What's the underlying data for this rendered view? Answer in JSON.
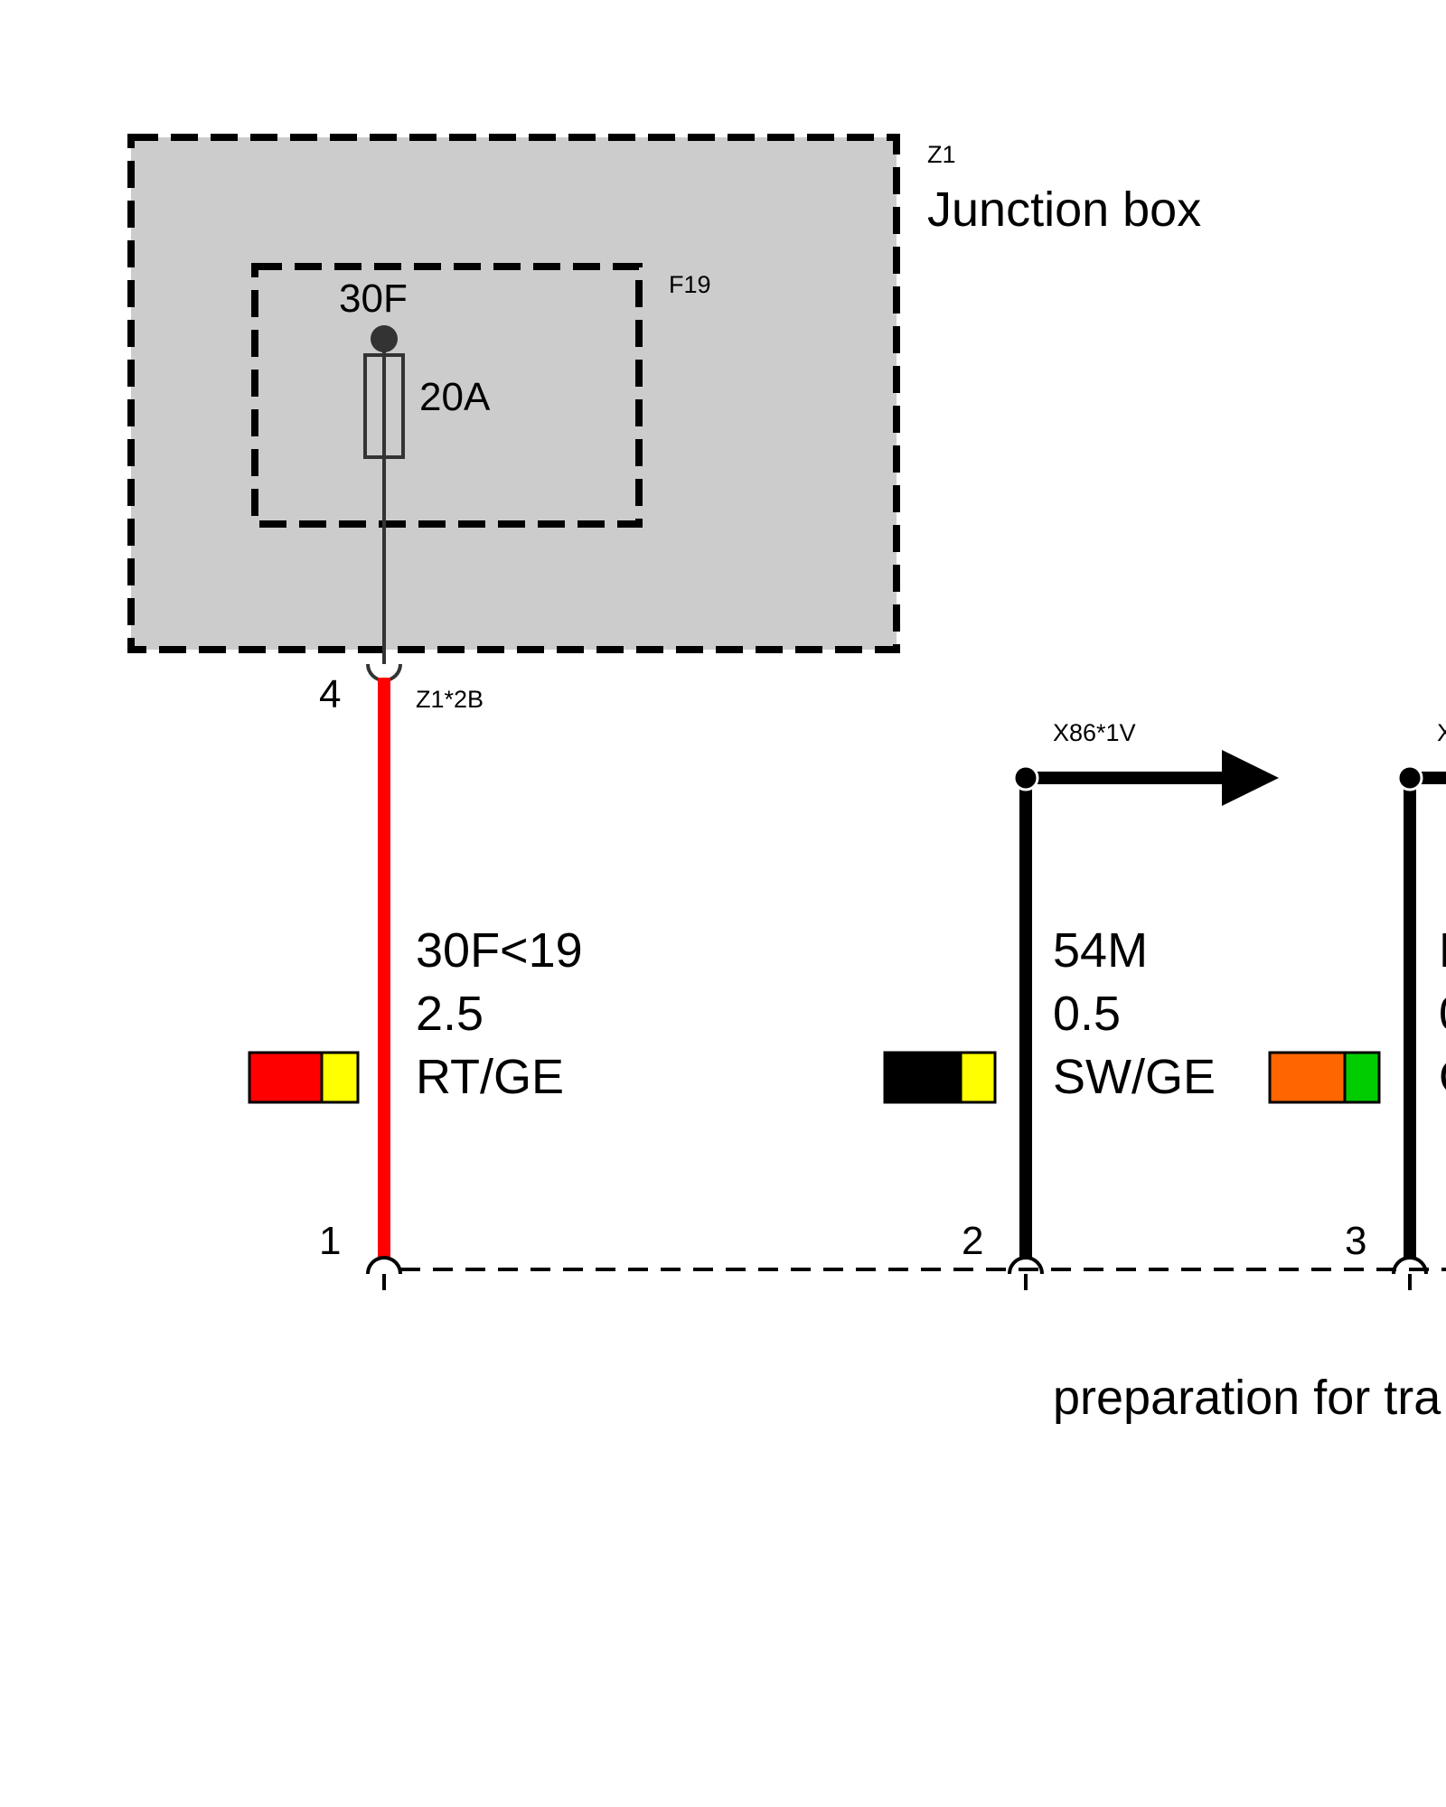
{
  "junction_box": {
    "id": "Z1",
    "name": "Junction box",
    "fill_color": "#cccccc"
  },
  "fuse": {
    "id": "F19",
    "terminal": "30F",
    "rating": "20A"
  },
  "connectors": {
    "top_pin": "4",
    "top_id": "Z1*2B",
    "x86_id": "X86*1V",
    "x_partial": "X"
  },
  "wires": [
    {
      "pin": "1",
      "signal": "30F<19",
      "cross_section": "2.5",
      "color_code": "RT/GE",
      "wire_color": "#ff0000",
      "swatch": [
        "#ff0000",
        "#ffff00"
      ]
    },
    {
      "pin": "2",
      "signal": "54M",
      "cross_section": "0.5",
      "color_code": "SW/GE",
      "wire_color": "#000000",
      "swatch": [
        "#000000",
        "#ffff00"
      ]
    },
    {
      "pin": "3",
      "signal": "K",
      "cross_section": "0",
      "color_code": "O",
      "wire_color": "#000000",
      "swatch": [
        "#ff6600",
        "#00cc00"
      ]
    }
  ],
  "footer_text": "preparation for tra"
}
